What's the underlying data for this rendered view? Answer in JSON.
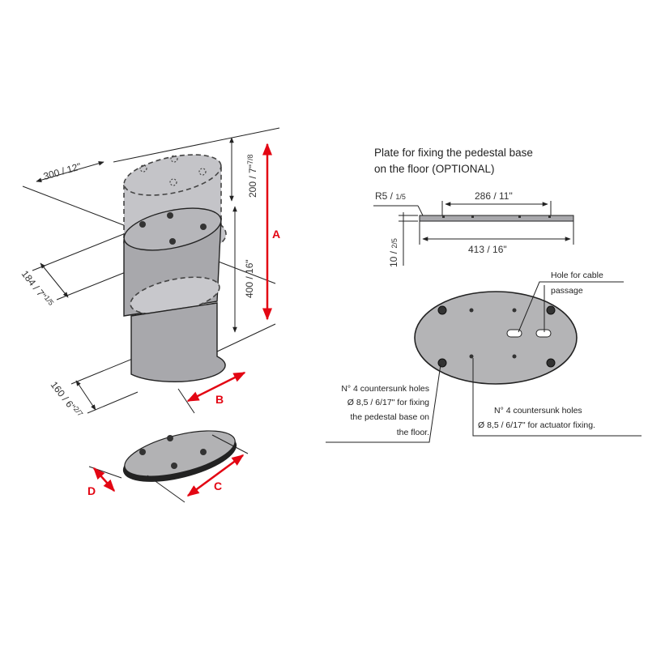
{
  "colors": {
    "accent_red": "#e30613",
    "body_grey": "#a8a8ac",
    "plate_grey": "#b2b2b4",
    "line": "#222222"
  },
  "pedestal": {
    "dim_width": "300 / 12\"",
    "dim_top": "200 / 7\"",
    "dim_top_frac": "7/8",
    "dim_mid": "400 / 16\"",
    "dim_depth": "184 / 7\"",
    "dim_depth_frac": "1/5",
    "dim_base": "160 / 6\"",
    "dim_base_frac": "2/7",
    "label_a": "A",
    "label_b": "B",
    "label_c": "C",
    "label_d": "D"
  },
  "plate": {
    "title_line1": "Plate for fixing the pedestal base",
    "title_line2": "on the floor (OPTIONAL)",
    "radius_label": "R5 / ",
    "radius_frac": "1/5",
    "thickness_label": "10 / ",
    "thickness_frac": "2/5",
    "dim_holes": "286 / 11\"",
    "dim_length": "413 / 16\"",
    "cable_line1": "Hole for cable",
    "cable_line2": "passage",
    "note_left": [
      "N° 4 countersunk holes",
      "Ø 8,5 / 6/17\" for fixing",
      "the pedestal base on",
      "the floor."
    ],
    "note_right": [
      "N° 4 countersunk holes",
      "Ø 8,5 / 6/17\" for actuator fixing."
    ]
  }
}
